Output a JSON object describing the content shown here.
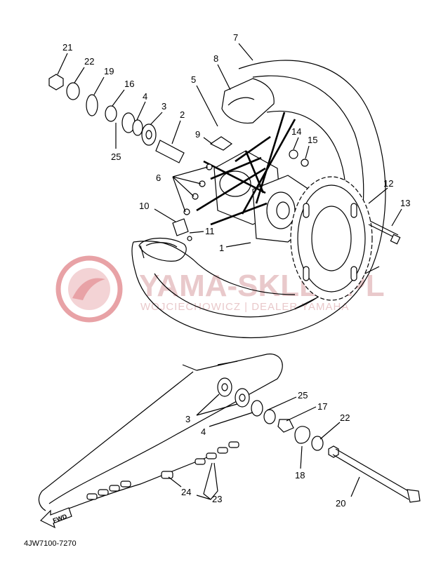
{
  "watermark": {
    "brand": "YAMA-SKLEP.PL",
    "dealer": "WOJCIECHOWICZ | DEALER YAMAHA",
    "logo_color": "#e8a2a6"
  },
  "diagram_code": "4JW7100-7270",
  "fwd_label": "FWD",
  "callouts": {
    "p1": "1",
    "p2": "2",
    "p3": "3",
    "p4": "4",
    "p5": "5",
    "p6": "6",
    "p7": "7",
    "p8": "8",
    "p9": "9",
    "p10": "10",
    "p11": "11",
    "p12": "12",
    "p13": "13",
    "p14": "14",
    "p15": "15",
    "p16": "16",
    "p17": "17",
    "p18": "18",
    "p19": "19",
    "p20": "20",
    "p21": "21",
    "p22": "22",
    "p23": "23",
    "p24": "24",
    "p25": "25",
    "p3b": "3",
    "p4b": "4",
    "p22b": "22",
    "p25b": "25"
  }
}
